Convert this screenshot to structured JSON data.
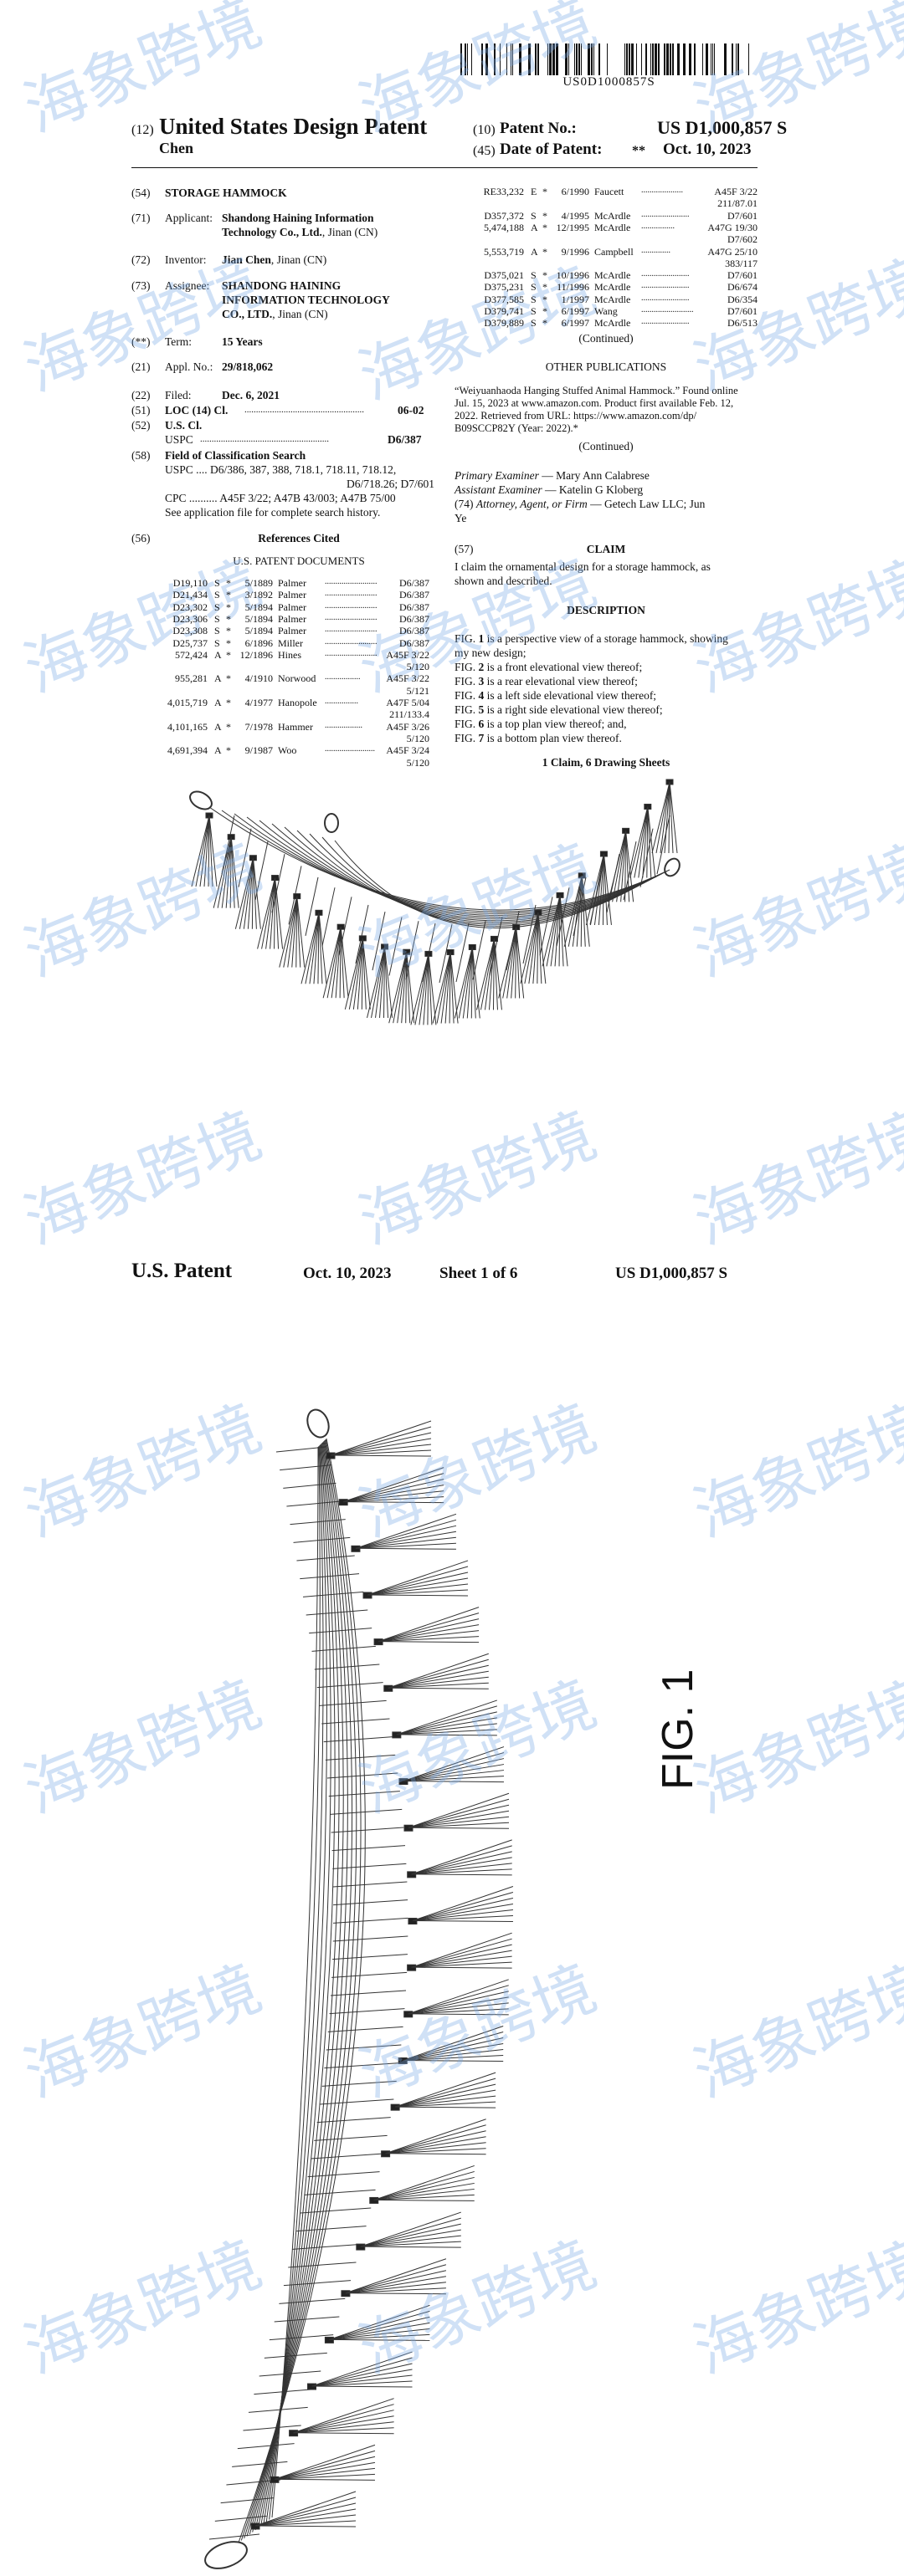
{
  "barcode_text": "US0D1000857S",
  "header": {
    "n12": "(12)",
    "title": "United States Design Patent",
    "inventor": "Chen",
    "n10": "(10)",
    "patno_label": "Patent No.:",
    "patno": "US D1,000,857 S",
    "n45": "(45)",
    "date_label": "Date of Patent:",
    "stars": "**",
    "date": "Oct. 10, 2023"
  },
  "left": {
    "f54": {
      "num": "(54)",
      "text": "STORAGE HAMMOCK"
    },
    "f71": {
      "num": "(71)",
      "label": "Applicant:",
      "l1": "Shandong Haining Information",
      "l2": "Technology Co., Ltd.",
      "l2b": ", Jinan (CN)"
    },
    "f72": {
      "num": "(72)",
      "label": "Inventor:",
      "name": "Jian Chen",
      "rest": ", Jinan (CN)"
    },
    "f73": {
      "num": "(73)",
      "label": "Assignee:",
      "l1": "SHANDONG HAINING",
      "l2": "INFORMATION TECHNOLOGY",
      "l3": "CO., LTD.",
      "l3b": ", Jinan (CN)"
    },
    "fterm": {
      "num": "(**)",
      "label": "Term:",
      "value": "15 Years"
    },
    "f21": {
      "num": "(21)",
      "label": "Appl. No.:",
      "value": "29/818,062"
    },
    "f22": {
      "num": "(22)",
      "label": "Filed:",
      "value": "Dec. 6, 2021"
    },
    "f51": {
      "num": "(51)",
      "label": "LOC (14) Cl.",
      "dots": "....................................................",
      "value": "06-02"
    },
    "f52": {
      "num": "(52)",
      "label": "U.S. Cl.",
      "uspc": "USPC",
      "dots": "........................................................",
      "value": "D6/387"
    },
    "f58": {
      "num": "(58)",
      "label": "Field of Classification Search",
      "l1": "USPC .... D6/386, 387, 388, 718.1, 718.11, 718.12,",
      "l2": "D6/718.26; D7/601",
      "l3": "CPC .......... A45F 3/22; A47B 43/003; A47B 75/00",
      "l4": "See application file for complete search history."
    },
    "f56": {
      "num": "(56)",
      "label": "References Cited",
      "sub": "U.S. PATENT DOCUMENTS"
    },
    "refs": [
      [
        "D19,110",
        "S",
        "*",
        "5/1889",
        "Palmer",
        ".........................",
        "D6/387"
      ],
      [
        "D21,434",
        "S",
        "*",
        "3/1892",
        "Palmer",
        ".........................",
        "D6/387"
      ],
      [
        "D23,302",
        "S",
        "*",
        "5/1894",
        "Palmer",
        ".........................",
        "D6/387"
      ],
      [
        "D23,306",
        "S",
        "*",
        "5/1894",
        "Palmer",
        ".........................",
        "D6/387"
      ],
      [
        "D23,308",
        "S",
        "*",
        "5/1894",
        "Palmer",
        ".........................",
        "D6/387"
      ],
      [
        "D25,737",
        "S",
        "*",
        "6/1896",
        "Miller",
        ".........................",
        "D6/387"
      ],
      [
        "572,424",
        "A",
        "*",
        "12/1896",
        "Hines",
        ".........................",
        "A45F 3/22"
      ],
      [
        "",
        "",
        "",
        "",
        "",
        "",
        "5/120"
      ],
      [
        "955,281",
        "A",
        "*",
        "4/1910",
        "Norwood",
        ".................",
        "A45F 3/22"
      ],
      [
        "",
        "",
        "",
        "",
        "",
        "",
        "5/121"
      ],
      [
        "4,015,719",
        "A",
        "*",
        "4/1977",
        "Hanopole",
        "................",
        "A47F 5/04"
      ],
      [
        "",
        "",
        "",
        "",
        "",
        "",
        "211/133.4"
      ],
      [
        "4,101,165",
        "A",
        "*",
        "7/1978",
        "Hammer",
        "..................",
        "A45F 3/26"
      ],
      [
        "",
        "",
        "",
        "",
        "",
        "",
        "5/120"
      ],
      [
        "4,691,394",
        "A",
        "*",
        "9/1987",
        "Woo",
        "........................",
        "A45F 3/24"
      ],
      [
        "",
        "",
        "",
        "",
        "",
        "",
        "5/120"
      ]
    ]
  },
  "right": {
    "refs": [
      [
        "RE33,232",
        "E",
        "*",
        "6/1990",
        "Faucett",
        "....................",
        "A45F 3/22"
      ],
      [
        "",
        "",
        "",
        "",
        "",
        "",
        "211/87.01"
      ],
      [
        "D357,372",
        "S",
        "*",
        "4/1995",
        "McArdle",
        ".......................",
        "D7/601"
      ],
      [
        "5,474,188",
        "A",
        "*",
        "12/1995",
        "McArdle",
        "................",
        "A47G 19/30"
      ],
      [
        "",
        "",
        "",
        "",
        "",
        "",
        "D7/602"
      ],
      [
        "5,553,719",
        "A",
        "*",
        "9/1996",
        "Campbell",
        "..............",
        "A47G 25/10"
      ],
      [
        "",
        "",
        "",
        "",
        "",
        "",
        "383/117"
      ],
      [
        "D375,021",
        "S",
        "*",
        "10/1996",
        "McArdle",
        ".......................",
        "D7/601"
      ],
      [
        "D375,231",
        "S",
        "*",
        "11/1996",
        "McArdle",
        ".......................",
        "D6/674"
      ],
      [
        "D377,585",
        "S",
        "*",
        "1/1997",
        "McArdle",
        ".......................",
        "D6/354"
      ],
      [
        "D379,741",
        "S",
        "*",
        "6/1997",
        "Wang",
        ".........................",
        "D7/601"
      ],
      [
        "D379,889",
        "S",
        "*",
        "6/1997",
        "McArdle",
        ".......................",
        "D6/513"
      ]
    ],
    "continued1": "(Continued)",
    "other_pub": "OTHER PUBLICATIONS",
    "pub_l1": "“Weiyuanhaoda Hanging Stuffed Animal Hammock.” Found online",
    "pub_l2": "Jul. 15, 2023 at www.amazon.com. Product first available Feb. 12,",
    "pub_l3": "2022. Retrieved from URL: https://www.amazon.com/dp/",
    "pub_l4": "B09SCCP82Y (Year: 2022).*",
    "continued2": "(Continued)",
    "primary_label": "Primary Examiner",
    "primary_name": " — Mary Ann Calabrese",
    "assistant_label": "Assistant Examiner",
    "assistant_name": " — Katelin G Kloberg",
    "f74_num": "(74)",
    "attorney_label": "Attorney, Agent, or Firm",
    "attorney_l1": " — Getech Law LLC; Jun",
    "attorney_l2": "Ye",
    "f57_num": "(57)",
    "claim_hdr": "CLAIM",
    "claim_l1": "I claim the ornamental design for a storage hammock, as",
    "claim_l2": "shown and described.",
    "desc_hdr": "DESCRIPTION",
    "desc": [
      [
        "FIG. ",
        "1",
        " is a perspective view of a storage hammock, showing"
      ],
      [
        "my new design;",
        "",
        ""
      ],
      [
        "FIG. ",
        "2",
        " is a front elevational view thereof;"
      ],
      [
        "FIG. ",
        "3",
        " is a rear elevational view thereof;"
      ],
      [
        "FIG. ",
        "4",
        " is a left side elevational view thereof;"
      ],
      [
        "FIG. ",
        "5",
        " is a right side elevational view thereof;"
      ],
      [
        "FIG. ",
        "6",
        " is a top plan view thereof; and,"
      ],
      [
        "FIG. ",
        "7",
        " is a bottom plan view thereof."
      ]
    ],
    "claims_sheets": "1 Claim, 6 Drawing Sheets"
  },
  "sheet": {
    "left": "U.S. Patent",
    "date": "Oct. 10, 2023",
    "sheet": "Sheet 1 of 6",
    "number": "US D1,000,857 S",
    "fig": "FIG. 1"
  },
  "watermark": "海象跨境"
}
